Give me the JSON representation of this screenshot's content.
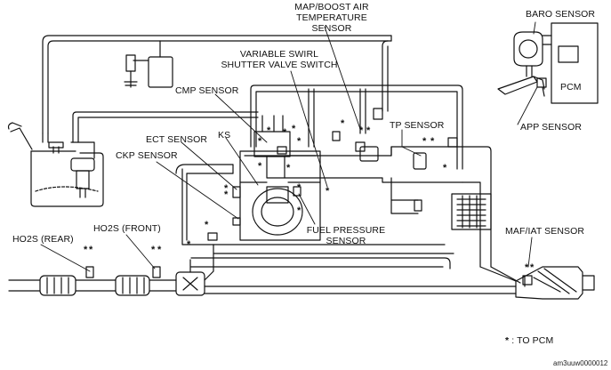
{
  "labels": {
    "map_sensor_l1": "MAP/BOOST AIR",
    "map_sensor_l2": "TEMPERATURE",
    "map_sensor_l3": "SENSOR",
    "baro_sensor": "BARO SENSOR",
    "pcm": "PCM",
    "swirl_l1": "VARIABLE SWIRL",
    "swirl_l2": "SHUTTER VALVE SWITCH",
    "cmp_sensor": "CMP SENSOR",
    "ks": "KS",
    "ect_sensor": "ECT SENSOR",
    "tp_sensor": "TP SENSOR",
    "app_sensor": "APP SENSOR",
    "ckp_sensor": "CKP SENSOR",
    "fuel_pressure_l1": "FUEL PRESSURE",
    "fuel_pressure_l2": "SENSOR",
    "maf_iat_sensor": "MAF/IAT SENSOR",
    "ho2s_rear": "HO2S (REAR)",
    "ho2s_front": "HO2S (FRONT)"
  },
  "legend": {
    "symbol": "*",
    "text": ": TO PCM"
  },
  "reference_code": "am3uuw0000012"
}
